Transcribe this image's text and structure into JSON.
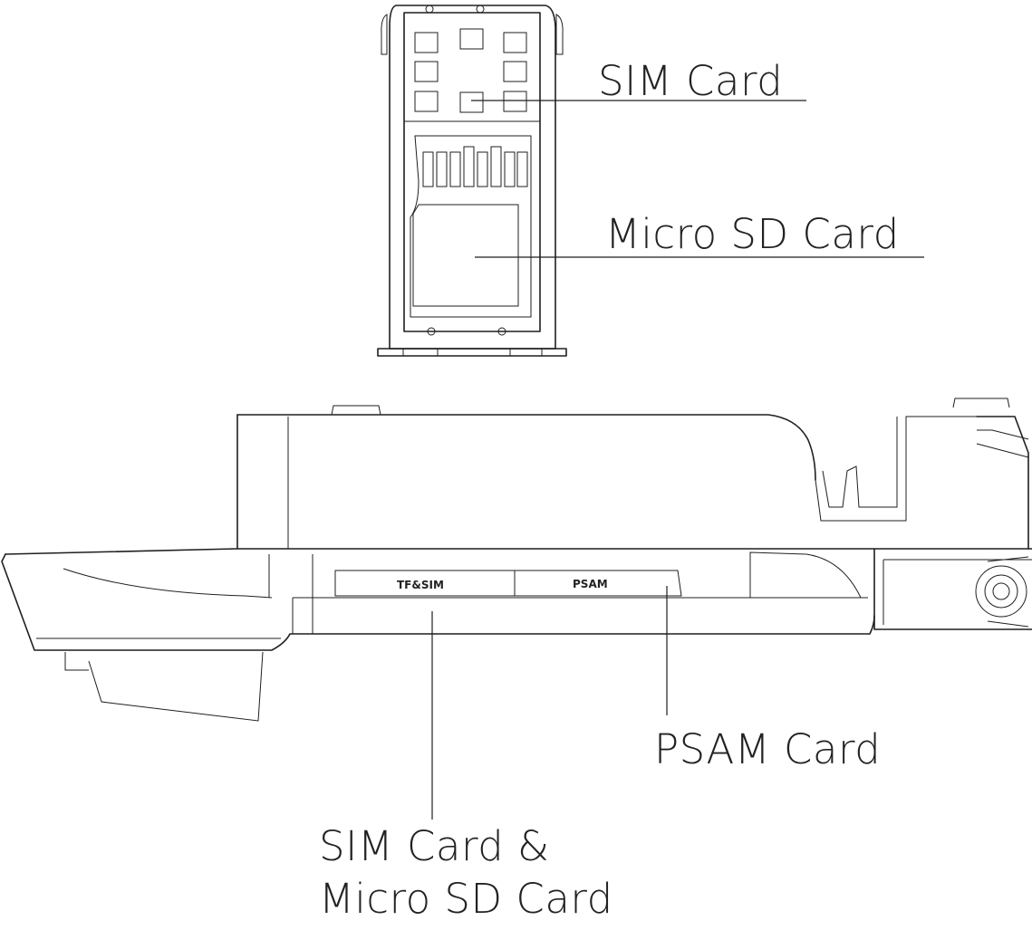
{
  "callouts": {
    "sim_card": "SIM Card",
    "micro_sd_card": "Micro SD Card",
    "psam_card": "PSAM Card",
    "combo_line1": "SIM Card &",
    "combo_line2": "Micro SD Card"
  },
  "slot_labels": {
    "tf_sim": "TF&SIM",
    "psam": "PSAM"
  },
  "colors": {
    "line": "#1f1f1f",
    "background": "#ffffff"
  }
}
